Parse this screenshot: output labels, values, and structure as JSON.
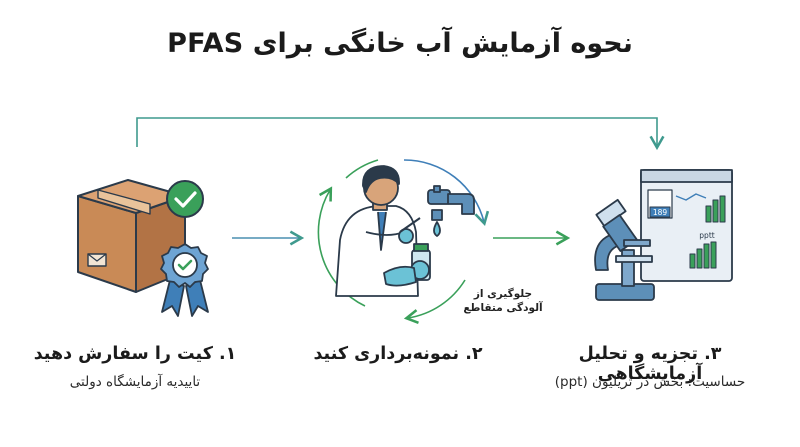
{
  "title": "نحوه آزمایش آب خانگی برای PFAS",
  "steps": [
    {
      "title": "۱. کیت را سفارش دهید",
      "subtitle": "تاییدیه آزمایشگاه دولتی"
    },
    {
      "title": "۲. نمونه‌برداری کنید",
      "note_line1": "جلوگیری از",
      "note_line2": "آلودگی متقاطع"
    },
    {
      "title": "۳. تجزیه و تحلیل آزمایشگاهی",
      "subtitle": "حساسیت: بخش در تریلیون (ppt)"
    }
  ],
  "screen": {
    "badge": "189",
    "label": "pptt"
  },
  "colors": {
    "arrow": "#3f9a8e",
    "green": "#3aa05a",
    "blue": "#3f7fb8",
    "box": "#c98a56",
    "outline": "#2b3a4a"
  }
}
